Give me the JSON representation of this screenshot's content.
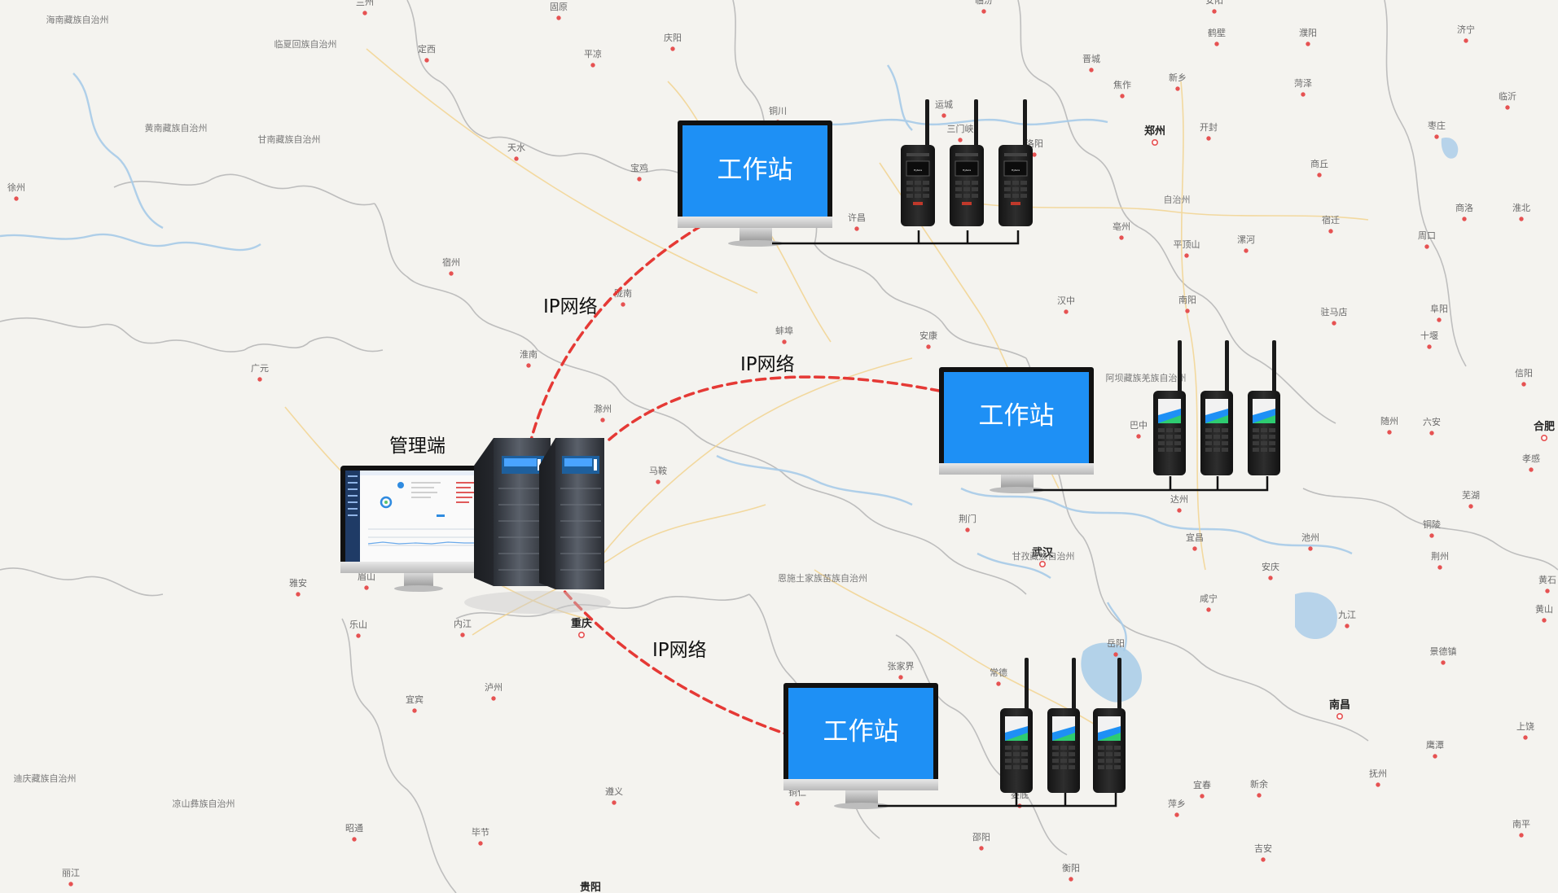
{
  "map": {
    "cities": [
      {
        "name": "兰州",
        "type": "city"
      },
      {
        "name": "固原",
        "type": "city"
      },
      {
        "name": "临汾",
        "type": "city"
      },
      {
        "name": "安阳",
        "type": "city"
      },
      {
        "name": "海南藏族自治州",
        "type": "region"
      },
      {
        "name": "临夏回族自治州",
        "type": "region"
      },
      {
        "name": "定西",
        "type": "city"
      },
      {
        "name": "平凉",
        "type": "city"
      },
      {
        "name": "庆阳",
        "type": "city"
      },
      {
        "name": "晋城",
        "type": "city"
      },
      {
        "name": "鹤壁",
        "type": "city"
      },
      {
        "name": "濮阳",
        "type": "city"
      },
      {
        "name": "新乡",
        "type": "city"
      },
      {
        "name": "焦作",
        "type": "city"
      },
      {
        "name": "菏泽",
        "type": "city"
      },
      {
        "name": "济宁",
        "type": "city"
      },
      {
        "name": "临沂",
        "type": "city"
      },
      {
        "name": "运城",
        "type": "city"
      },
      {
        "name": "三门峡",
        "type": "city"
      },
      {
        "name": "郑州",
        "type": "major"
      },
      {
        "name": "开封",
        "type": "city"
      },
      {
        "name": "枣庄",
        "type": "city"
      },
      {
        "name": "黄南藏族自治州",
        "type": "region"
      },
      {
        "name": "甘南藏族自治州",
        "type": "region"
      },
      {
        "name": "天水",
        "type": "city"
      },
      {
        "name": "宝鸡",
        "type": "city"
      },
      {
        "name": "铜川",
        "type": "city"
      },
      {
        "name": "洛阳",
        "type": "city"
      },
      {
        "name": "商丘",
        "type": "city"
      },
      {
        "name": "徐州",
        "type": "city"
      },
      {
        "name": "自治州",
        "type": "region"
      },
      {
        "name": "许昌",
        "type": "city"
      },
      {
        "name": "商洛",
        "type": "city"
      },
      {
        "name": "淮北",
        "type": "city"
      },
      {
        "name": "宿迁",
        "type": "city"
      },
      {
        "name": "亳州",
        "type": "city"
      },
      {
        "name": "平顶山",
        "type": "city"
      },
      {
        "name": "漯河",
        "type": "city"
      },
      {
        "name": "周口",
        "type": "city"
      },
      {
        "name": "宿州",
        "type": "city"
      },
      {
        "name": "陇南",
        "type": "city"
      },
      {
        "name": "汉中",
        "type": "city"
      },
      {
        "name": "南阳",
        "type": "city"
      },
      {
        "name": "驻马店",
        "type": "city"
      },
      {
        "name": "阜阳",
        "type": "city"
      },
      {
        "name": "蚌埠",
        "type": "city"
      },
      {
        "name": "安康",
        "type": "city"
      },
      {
        "name": "十堰",
        "type": "city"
      },
      {
        "name": "淮南",
        "type": "city"
      },
      {
        "name": "广元",
        "type": "city"
      },
      {
        "name": "阿坝藏族羌族自治州",
        "type": "region"
      },
      {
        "name": "信阳",
        "type": "city"
      },
      {
        "name": "滁州",
        "type": "city"
      },
      {
        "name": "巴中",
        "type": "city"
      },
      {
        "name": "随州",
        "type": "city"
      },
      {
        "name": "六安",
        "type": "city"
      },
      {
        "name": "合肥",
        "type": "major"
      },
      {
        "name": "马鞍",
        "type": "city"
      },
      {
        "name": "达州",
        "type": "city"
      },
      {
        "name": "孝感",
        "type": "city"
      },
      {
        "name": "荆门",
        "type": "city"
      },
      {
        "name": "芜湖",
        "type": "city"
      },
      {
        "name": "宜昌",
        "type": "city"
      },
      {
        "name": "铜陵",
        "type": "city"
      },
      {
        "name": "武汉",
        "type": "major"
      },
      {
        "name": "池州",
        "type": "city"
      },
      {
        "name": "甘孜藏族自治州",
        "type": "region"
      },
      {
        "name": "荆州",
        "type": "city"
      },
      {
        "name": "安庆",
        "type": "city"
      },
      {
        "name": "黄石",
        "type": "city"
      },
      {
        "name": "雅安",
        "type": "city"
      },
      {
        "name": "眉山",
        "type": "city"
      },
      {
        "name": "恩施土家族苗族自治州",
        "type": "region"
      },
      {
        "name": "咸宁",
        "type": "city"
      },
      {
        "name": "乐山",
        "type": "city"
      },
      {
        "name": "内江",
        "type": "city"
      },
      {
        "name": "重庆",
        "type": "major"
      },
      {
        "name": "九江",
        "type": "city"
      },
      {
        "name": "黄山",
        "type": "city"
      },
      {
        "name": "岳阳",
        "type": "city"
      },
      {
        "name": "景德镇",
        "type": "city"
      },
      {
        "name": "张家界",
        "type": "city"
      },
      {
        "name": "常德",
        "type": "city"
      },
      {
        "name": "泸州",
        "type": "city"
      },
      {
        "name": "宜宾",
        "type": "city"
      },
      {
        "name": "南昌",
        "type": "major"
      },
      {
        "name": "上饶",
        "type": "city"
      },
      {
        "name": "鹰潭",
        "type": "city"
      },
      {
        "name": "迪庆藏族自治州",
        "type": "region"
      },
      {
        "name": "凉山彝族自治州",
        "type": "region"
      },
      {
        "name": "遵义",
        "type": "city"
      },
      {
        "name": "铜仁",
        "type": "city"
      },
      {
        "name": "娄底",
        "type": "city"
      },
      {
        "name": "宜春",
        "type": "city"
      },
      {
        "name": "新余",
        "type": "city"
      },
      {
        "name": "抚州",
        "type": "city"
      },
      {
        "name": "萍乡",
        "type": "city"
      },
      {
        "name": "昭通",
        "type": "city"
      },
      {
        "name": "毕节",
        "type": "city"
      },
      {
        "name": "邵阳",
        "type": "city"
      },
      {
        "name": "南平",
        "type": "city"
      },
      {
        "name": "丽江",
        "type": "city"
      },
      {
        "name": "衡阳",
        "type": "city"
      },
      {
        "name": "吉安",
        "type": "city"
      },
      {
        "name": "贵阳",
        "type": "major"
      }
    ]
  },
  "diagram": {
    "management_label": "管理端",
    "workstation_label": "工作站",
    "link_label": "IP网络",
    "radio_brand": "Hytera"
  },
  "colors": {
    "screen_blue": "#1e90f5",
    "link_red": "#e53935",
    "map_bg": "#f4f3ef"
  }
}
